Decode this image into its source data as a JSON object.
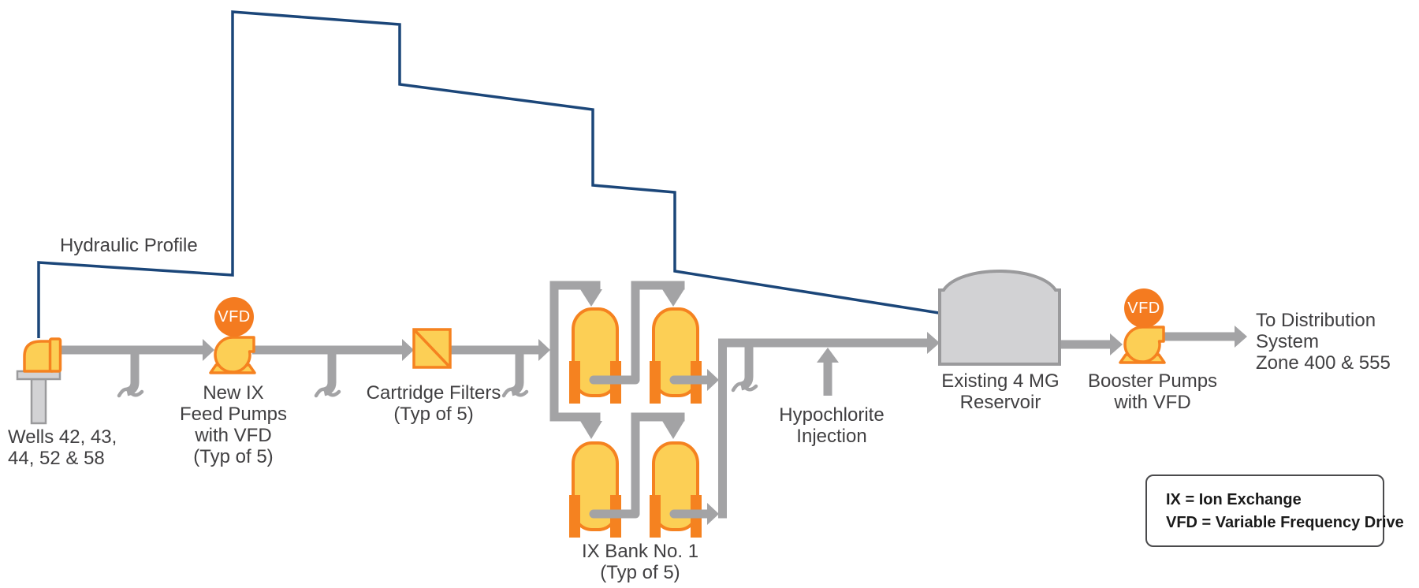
{
  "colors": {
    "pipe": "#A3A3A5",
    "hydraulic_profile_line": "#1B4679",
    "equipment_fill": "#FCCF55",
    "equipment_outline": "#F58220",
    "vfd_badge_fill": "#F47B20",
    "reservoir_fill": "#D2D2D4",
    "reservoir_outline": "#9A9A9C",
    "label_text": "#414042"
  },
  "hydraulic_profile": {
    "label": "Hydraulic Profile"
  },
  "wells": {
    "lines": [
      "Wells 42, 43,",
      "44, 52 & 58"
    ]
  },
  "feed_pumps": {
    "vfd": "VFD",
    "lines": [
      "New IX",
      "Feed Pumps",
      "with VFD",
      "(Typ of 5)"
    ]
  },
  "cartridge_filters": {
    "lines": [
      "Cartridge Filters",
      "(Typ of 5)"
    ]
  },
  "ix_bank": {
    "lines": [
      "IX Bank No. 1",
      "(Typ of 5)"
    ]
  },
  "hypochlorite": {
    "lines": [
      "Hypochlorite",
      "Injection"
    ]
  },
  "reservoir": {
    "lines": [
      "Existing 4 MG",
      "Reservoir"
    ]
  },
  "booster_pumps": {
    "vfd": "VFD",
    "lines": [
      "Booster Pumps",
      "with VFD"
    ]
  },
  "distribution": {
    "lines": [
      "To Distribution",
      "System",
      "Zone 400 & 555"
    ]
  },
  "legend": {
    "lines": [
      "IX = Ion Exchange",
      "VFD = Variable Frequency Drive"
    ]
  }
}
